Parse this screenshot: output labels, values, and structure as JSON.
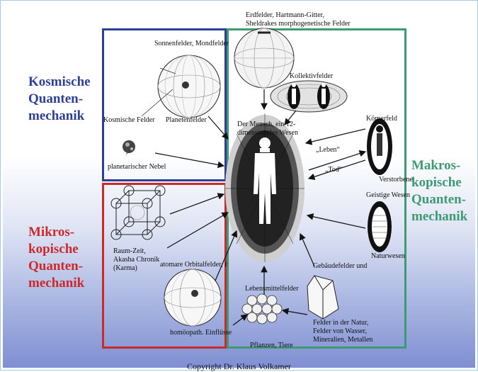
{
  "left_labels": {
    "kosmische": "Kosmische\nQuanten-\nmechanik",
    "mikroskopische": "Mikros-\nkopische\nQuanten-\nmechanik"
  },
  "right_label": "Makros-\nkopische\nQuanten-\nmechanik",
  "diagram_labels": {
    "erdfelder": "Erdfelder, Hartmann-Gitter,\nSheldrakes morphogenetische Felder",
    "sonnenfelder": "Sonnenfelder, Mondfelder",
    "kollektivfelder": "Kollektivfelder",
    "kosmische_felder": "Kosmische Felder",
    "planetenfelder": "Planetenfelder",
    "mensch": "Der Mensch, ein 12-\ndimensionales Wesen",
    "koerperfeld": "Körperfeld",
    "leben": "„Leben“",
    "tod": "„Tod“",
    "verstorbene": "Verstorbene",
    "geistige_wesen": "Geistige Wesen",
    "planetarischer_nebel": "planetarischer Nebel",
    "raum_zeit": "Raum-Zeit,\nAkasha Chronik\n(Karma)",
    "orbitalfelder": "atomare Orbitalfelder, H",
    "naturwesen": "Naturwesen",
    "gebaeudefelder": "Gebäudefelder und",
    "lebensmittelfelder": "Lebensmittelfelder",
    "homoeopath": "homöopath. Einflüsse",
    "natur_felder": "Felder in der Natur,\nFelder von Wasser,\nMineralien, Metallen",
    "pflanzen": "Pflanzen, Tiere"
  },
  "copyright": "Copyright Dr. Klaus Volkamer",
  "colors": {
    "blue": "#2d3f98",
    "red": "#cc2a2a",
    "green": "#3d9a73"
  }
}
